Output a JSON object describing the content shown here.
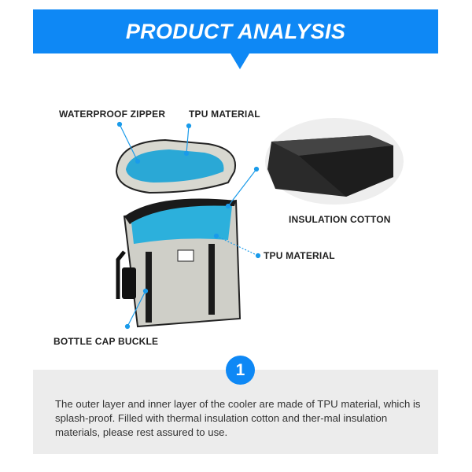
{
  "banner": {
    "title": "PRODUCT ANALYSIS",
    "color": "#0e88f5"
  },
  "labels": {
    "waterproof_zipper": "WATERPROOF ZIPPER",
    "tpu_material_top": "TPU MATERIAL",
    "insulation_cotton": "INSULATION COTTON",
    "tpu_material_right": "TPU MATERIAL",
    "bottle_cap_buckle": "BOTTLE CAP BUCKLE"
  },
  "feature": {
    "number": "1",
    "description": "The outer layer and inner layer of the cooler are made of TPU material, which is splash-proof. Filled with thermal insulation cotton and ther-mal insulation materials, please rest assured to use."
  }
}
